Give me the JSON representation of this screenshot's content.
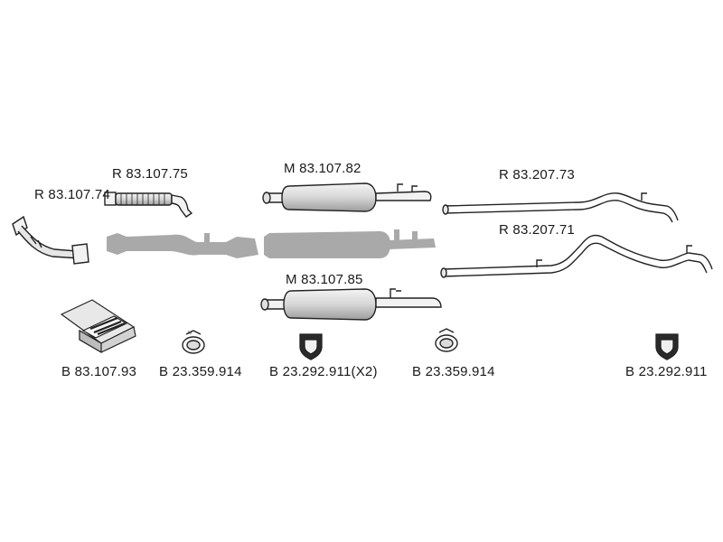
{
  "parts": [
    {
      "id": "r1",
      "code": "R 83.107.74"
    },
    {
      "id": "r2",
      "code": "R 83.107.75"
    },
    {
      "id": "m1",
      "code": "M 83.107.82"
    },
    {
      "id": "r3",
      "code": "R 83.207.73"
    },
    {
      "id": "r4",
      "code": "R 83.207.71"
    },
    {
      "id": "m2",
      "code": "M 83.107.85"
    },
    {
      "id": "b1",
      "code": "B 83.107.93"
    },
    {
      "id": "b2",
      "code": "B 23.359.914"
    },
    {
      "id": "b3",
      "code": "B 23.292.911(X2)"
    },
    {
      "id": "b4",
      "code": "B 23.359.914"
    },
    {
      "id": "b5",
      "code": "B 23.292.911"
    }
  ],
  "colors": {
    "line": "#222222",
    "ghost": "#a9a9a9",
    "metal_light": "#eeeeee",
    "metal_mid": "#cfcfcf"
  }
}
